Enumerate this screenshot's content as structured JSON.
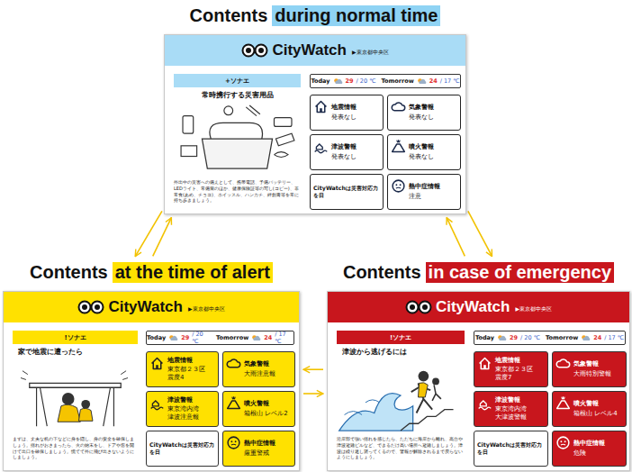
{
  "diagram": {
    "nodes": [
      {
        "text": [
          "Contents",
          "during normal time"
        ]
      },
      {
        "text": [
          "CityWatch",
          "▶東京都中央区"
        ],
        "in": 0
      },
      {
        "text": [
          "+ソナエ"
        ],
        "in": 0
      },
      {
        "text": [
          "Today",
          "29",
          "/ 20 ℃",
          "Tomorrow",
          "24",
          "/ 17 ℃"
        ],
        "in": 0
      },
      {
        "text": [
          "地震情報",
          "発表なし"
        ],
        "in": 0
      },
      {
        "text": [
          "気象警報",
          "発表なし"
        ],
        "in": 0
      },
      {
        "text": [
          "津波警報",
          "発表なし"
        ],
        "in": 0
      },
      {
        "text": [
          "噴火警報",
          "発表なし"
        ],
        "in": 0
      },
      {
        "text": [
          "CityWatchは災害対応力を日"
        ],
        "in": 0
      },
      {
        "text": [
          "熱中症情報",
          "注意"
        ],
        "in": 0
      },
      {
        "text": [
          "Contents",
          "at the time of alert"
        ]
      },
      {
        "text": [
          "CityWatch",
          "▶東京都中央区"
        ],
        "in": 10
      },
      {
        "text": [
          "!ソナエ"
        ],
        "in": 10
      },
      {
        "text": [
          "Today",
          "29",
          "/ 20 ℃",
          "Tomorrow",
          "24",
          "/ 17 ℃"
        ],
        "in": 10
      },
      {
        "text": [
          "地震情報",
          "東京都２３区 震度4"
        ],
        "in": 10
      },
      {
        "text": [
          "気象警報",
          "大雨注意報"
        ],
        "in": 10
      },
      {
        "text": [
          "津波警報",
          "東京湾内湾 津波注意報"
        ],
        "in": 10
      },
      {
        "text": [
          "噴火警報",
          "箱根山 レベル2"
        ],
        "in": 10
      },
      {
        "text": [
          "CityWatchは災害対応力を日"
        ],
        "in": 10
      },
      {
        "text": [
          "熱中症情報",
          "厳重警戒"
        ],
        "in": 10
      },
      {
        "text": [
          "Contents",
          "in case of emergency"
        ]
      },
      {
        "text": [
          "CityWatch",
          "▶東京都中央区"
        ],
        "in": 20
      },
      {
        "text": [
          "!ソナエ"
        ],
        "in": 20
      },
      {
        "text": [
          "Today",
          "29",
          "/ 20 ℃",
          "Tomorrow",
          "24",
          "/ 17 ℃"
        ],
        "in": 20
      },
      {
        "text": [
          "地震情報",
          "東京都２３区 震度7"
        ],
        "in": 20
      },
      {
        "text": [
          "気象警報",
          "大雨特別警報"
        ],
        "in": 20
      },
      {
        "text": [
          "津波警報",
          "東京湾内湾 大津波警報"
        ],
        "in": 20
      },
      {
        "text": [
          "噴火警報",
          "箱根山 レベル4"
        ],
        "in": 20
      },
      {
        "text": [
          "CityWatchは災害対応力を日"
        ],
        "in": 20
      },
      {
        "text": [
          "熱中症情報",
          "危険"
        ],
        "in": 20
      }
    ],
    "edges": [
      {
        "from": 0,
        "to": 10,
        "arrow": "to"
      },
      {
        "from": 10,
        "to": 0,
        "arrow": "to"
      },
      {
        "from": 0,
        "to": 20,
        "arrow": "to"
      },
      {
        "from": 20,
        "to": 0,
        "arrow": "to"
      },
      {
        "from": 10,
        "to": 20,
        "arrow": "to"
      },
      {
        "from": 20,
        "to": 10,
        "arrow": "to"
      }
    ],
    "labels": [
      "常時携行する災害用品",
      "外出中の災害への備えとして、携帯電話、予備バッテリー、LEDライト、常備薬のほか、健康保険証等の写し(コピー)、非常食(あめ、チョコ)、ホイッスル、ハンカチ、絆創膏等を常に持ち歩きましょう。",
      "家で地震に遭ったら",
      "まずは、丈夫な机の下などに身を隠し、身の安全を確保しましょう。揺れがおさまったら、火の始末をし、ドアや窓を開けて出口を確保しましょう。慌てて外に飛び出さないようにしましょう。",
      "津波から逃げるには",
      "沿岸部で強い揺れを感じたら、ただちに海岸から離れ、高台や津波避難ビルなど、できるだけ高い場所へ避難しましょう。津波は繰り返し襲ってくるので、警報が解除されるまで戻らないようにしましょう。"
    ]
  }
}
